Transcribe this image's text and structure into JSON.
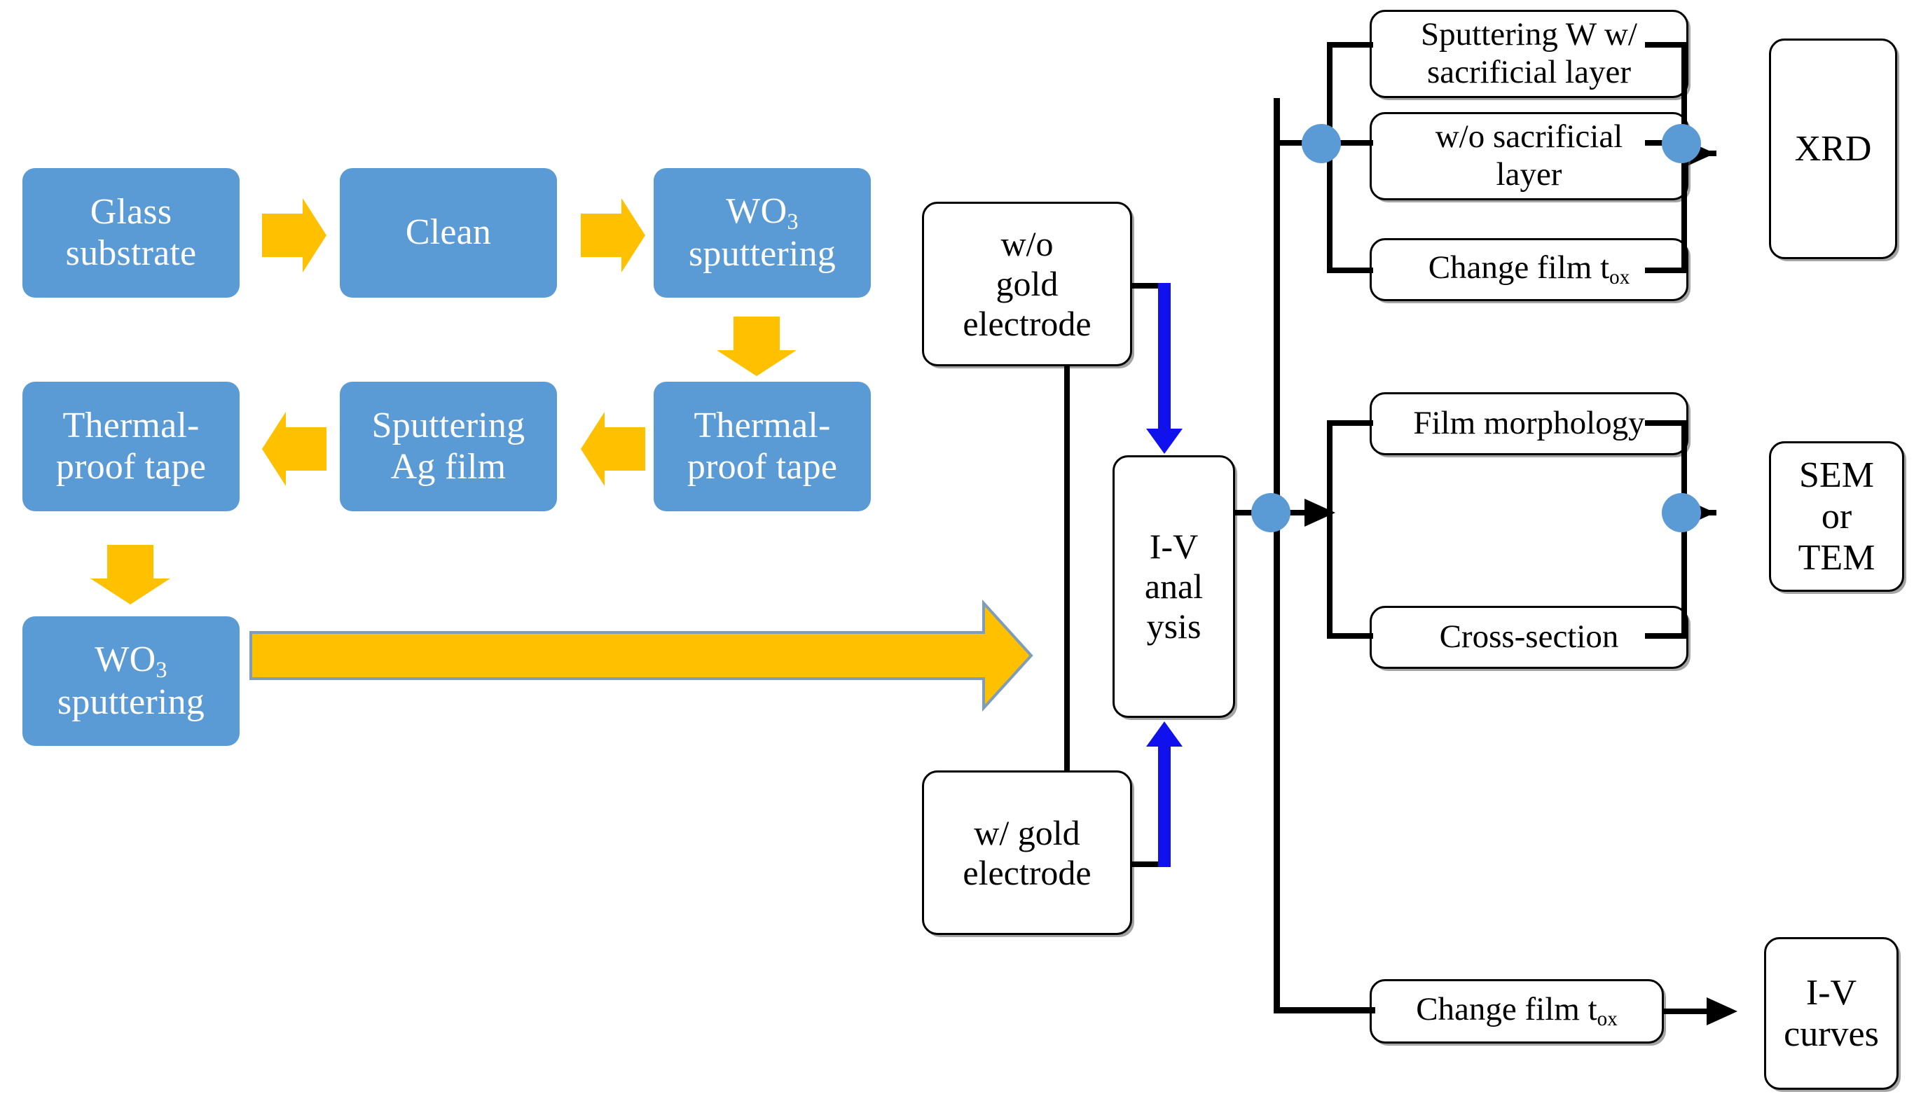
{
  "diagram": {
    "title": "WO3 thin-film fabrication and characterization flowchart",
    "colors": {
      "process_box_fill": "#5B9BD5",
      "process_box_text": "#FFFFFF",
      "yellow_arrow": "#FFC000",
      "yellow_arrow_outline": "#7F9DB9",
      "connector_black": "#000000",
      "connector_blue": "#1111EE",
      "junction_node": "#5B9BD5",
      "background": "#FFFFFF"
    },
    "fabrication_flow": {
      "row1": [
        {
          "id": "glass-substrate",
          "label": "Glass substrate",
          "line1": "Glass",
          "line2": "substrate"
        },
        {
          "id": "clean",
          "label": "Clean",
          "line1": "Clean",
          "line2": ""
        },
        {
          "id": "wo3-sputtering-1",
          "label": "WO3 sputtering",
          "line1": "WO",
          "sub": "3",
          "line2": "sputtering"
        }
      ],
      "row2": [
        {
          "id": "thermal-proof-tape-2",
          "label": "Thermal-proof tape",
          "line1": "Thermal-",
          "line2": "proof tape"
        },
        {
          "id": "sputtering-ag-film",
          "label": "Sputtering Ag film",
          "line1": "Sputtering",
          "line2": "Ag film"
        },
        {
          "id": "thermal-proof-tape-1",
          "label": "Thermal-proof tape",
          "line1": "Thermal-",
          "line2": "proof tape"
        }
      ],
      "row3": [
        {
          "id": "wo3-sputtering-2",
          "label": "WO3 sputtering",
          "line1": "WO",
          "sub": "3",
          "line2": "sputtering"
        }
      ],
      "arrows": [
        {
          "id": "arrow-glass-to-clean",
          "direction": "right"
        },
        {
          "id": "arrow-clean-to-wo3",
          "direction": "right"
        },
        {
          "id": "arrow-wo3-to-tape",
          "direction": "down"
        },
        {
          "id": "arrow-tape-to-ag",
          "direction": "left"
        },
        {
          "id": "arrow-ag-to-tape2",
          "direction": "left"
        },
        {
          "id": "arrow-tape2-to-wo3b",
          "direction": "down"
        },
        {
          "id": "arrow-wo3b-to-measurement",
          "direction": "right",
          "style": "long-block-arrow"
        }
      ]
    },
    "measurement_flow": {
      "electrodes": [
        {
          "id": "wo-gold-electrode",
          "line1": "w/o",
          "line2": "gold",
          "line3": "electrode",
          "label": "w/o gold electrode"
        },
        {
          "id": "w-gold-electrode",
          "line1": "w/ gold",
          "line2": "electrode",
          "line3": "",
          "label": "w/ gold electrode"
        }
      ],
      "analysis": {
        "id": "iv-analysis",
        "line1": "I-V",
        "line2": "anal",
        "line3": "ysis",
        "label": "I-V analysis"
      },
      "branches": [
        {
          "id": "xrd-branch",
          "items": [
            {
              "id": "sputtering-w-sacrificial",
              "line1": "Sputtering W w/",
              "line2": "sacrificial layer",
              "label": "Sputtering W w/ sacrificial layer"
            },
            {
              "id": "wo-sacrificial-layer",
              "line1": "w/o sacrificial",
              "line2": "layer",
              "label": "w/o sacrificial layer"
            },
            {
              "id": "change-film-tox-xrd",
              "line1": "Change film t",
              "sub": "ox",
              "line2": "",
              "label": "Change film tox"
            }
          ],
          "result": {
            "id": "xrd",
            "line1": "XRD",
            "line2": "",
            "line3": "",
            "label": "XRD"
          }
        },
        {
          "id": "sem-tem-branch",
          "items": [
            {
              "id": "film-morphology",
              "line1": "Film morphology",
              "line2": "",
              "label": "Film morphology"
            },
            {
              "id": "cross-section",
              "line1": "Cross-section",
              "line2": "",
              "label": "Cross-section"
            }
          ],
          "result": {
            "id": "sem-or-tem",
            "line1": "SEM",
            "line2": "or",
            "line3": "TEM",
            "label": "SEM or TEM"
          }
        },
        {
          "id": "iv-curves-branch",
          "items": [
            {
              "id": "change-film-tox-iv",
              "line1": "Change film t",
              "sub": "ox",
              "line2": "",
              "label": "Change film tox"
            }
          ],
          "result": {
            "id": "iv-curves",
            "line1": "I-V",
            "line2": "curves",
            "line3": "",
            "label": "I-V curves"
          }
        }
      ],
      "junction_nodes": [
        {
          "id": "node-xrd-left"
        },
        {
          "id": "node-xrd-right"
        },
        {
          "id": "node-main-split"
        },
        {
          "id": "node-sem-right"
        }
      ]
    }
  }
}
